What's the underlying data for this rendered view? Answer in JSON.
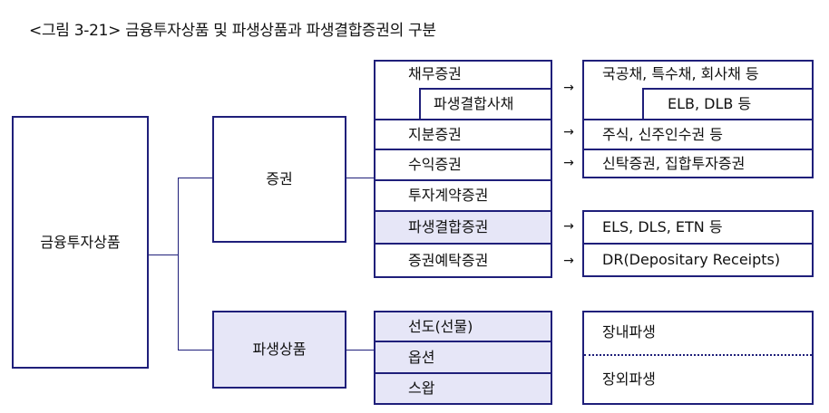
{
  "title": "<그림 3-21> 금융투자상품 및 파생상품과 파생결합증권의 구분",
  "root": "금융투자상품",
  "level1": {
    "securities": "증권",
    "derivatives": "파생상품"
  },
  "securities_items": {
    "debt": "채무증권",
    "derivative_linked_bond": "파생결합사채",
    "equity": "지분증권",
    "beneficiary": "수익증권",
    "investment_contract": "투자계약증권",
    "derivative_linked": "파생결합증권",
    "depositary": "증권예탁증권"
  },
  "derivatives_items": {
    "forward": "선도(선물)",
    "option": "옵션",
    "swap": "스왑"
  },
  "arrow_glyph": "→",
  "examples": {
    "debt": "국공채, 특수채, 회사채 등",
    "derivative_linked_bond": "ELB, DLB 등",
    "equity": "주식, 신주인수권 등",
    "beneficiary": "신탁증권, 집합투자증권",
    "derivative_linked": "ELS, DLS, ETN 등",
    "depositary": "DR(Depositary Receipts)"
  },
  "markets": {
    "exchange": "장내파생",
    "otc": "장외파생"
  }
}
